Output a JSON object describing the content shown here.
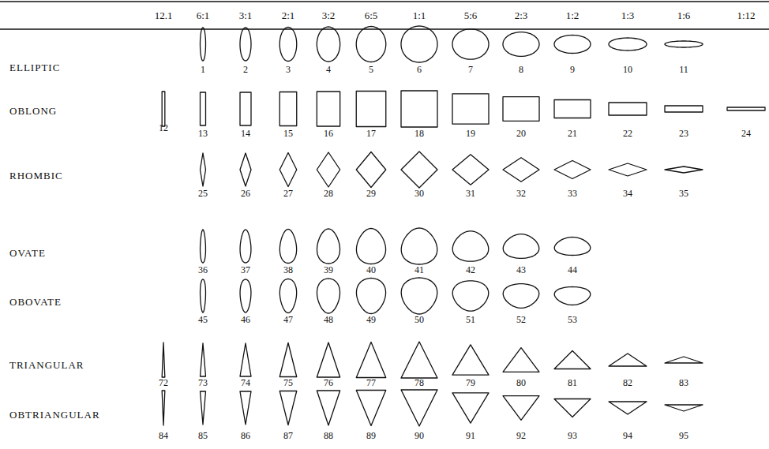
{
  "diagram": {
    "labels": [
      "12.1",
      "6:1",
      "3:1",
      "2:1",
      "3:2",
      "6:5",
      "1:1",
      "5:6",
      "2:3",
      "1:2",
      "1:3",
      "1:6",
      "1:12",
      "ELLIPTIC",
      "1",
      "2",
      "3",
      "4",
      "5",
      "6",
      "7",
      "8",
      "9",
      "10",
      "11",
      "OBLONG",
      "12",
      "13",
      "14",
      "15",
      "16",
      "17",
      "18",
      "19",
      "20",
      "21",
      "22",
      "23",
      "24",
      "RHOMBIC",
      "25",
      "26",
      "27",
      "28",
      "29",
      "30",
      "31",
      "32",
      "33",
      "34",
      "35",
      "OVATE",
      "36",
      "37",
      "38",
      "39",
      "40",
      "41",
      "42",
      "43",
      "44",
      "OBOVATE",
      "45",
      "46",
      "47",
      "48",
      "49",
      "50",
      "51",
      "52",
      "53",
      "TRIANGULAR",
      "72",
      "73",
      "74",
      "75",
      "76",
      "77",
      "78",
      "79",
      "80",
      "81",
      "82",
      "83",
      "OBTRIANGULAR",
      "84",
      "85",
      "86",
      "87",
      "88",
      "89",
      "90",
      "91",
      "92",
      "93",
      "94",
      "95"
    ]
  }
}
